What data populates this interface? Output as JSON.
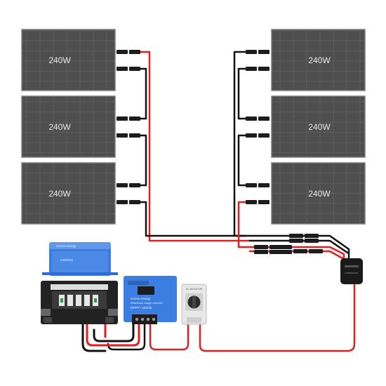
{
  "panels": {
    "left": [
      {
        "label": "240W"
      },
      {
        "label": "240W"
      },
      {
        "label": "240W"
      }
    ],
    "right": [
      {
        "label": "240W"
      },
      {
        "label": "240W"
      },
      {
        "label": "240W"
      }
    ]
  },
  "devices": {
    "inverter_charger": {
      "brand": "victron energy",
      "model": "MultiPlus"
    },
    "mppt": {
      "brand": "victron energy",
      "model": "SmartSolar charge controller",
      "spec": "MPPT • 150/35"
    },
    "dc_isolator": {
      "label": "DC ISOLATOR"
    },
    "combiner": {
      "label": "COMBINER BOX"
    }
  },
  "colors": {
    "panel": "#5a5a5a",
    "panel_frame": "#8a8a8a",
    "wire_positive": "#e02020",
    "wire_negative": "#111111",
    "victron_blue": "#3b7de0"
  }
}
